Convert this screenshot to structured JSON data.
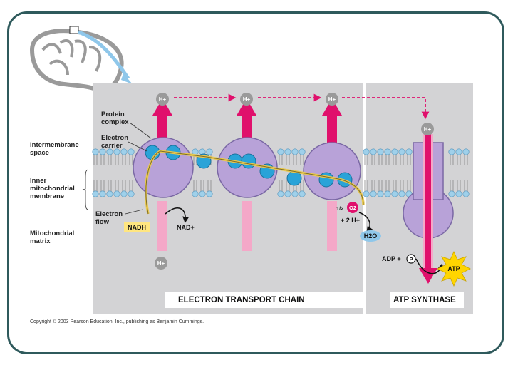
{
  "labels": {
    "intermembrane": "Intermembrane\nspace",
    "inner_membrane": "Inner\nmitochondrial\nmembrane",
    "matrix": "Mitochondrial\nmatrix",
    "protein_complex": "Protein\ncomplex",
    "electron_carrier": "Electron\ncarrier",
    "electron_flow": "Electron\nflow",
    "nadh": "NADH",
    "nad_plus": "NAD+",
    "h_plus": "H+",
    "o2_prefix": "1/2",
    "o2": "O2",
    "two_h": "+ 2 H+",
    "h2o": "H2O",
    "adp": "ADP +",
    "p": "P",
    "atp": "ATP",
    "etc_caption": "ELECTRON TRANSPORT CHAIN",
    "atp_synthase_caption": "ATP SYNTHASE",
    "copyright": "Copyright © 2003 Pearson Education, Inc., publishing as Benjamin Cummings."
  },
  "colors": {
    "frame": "#2f5a5c",
    "panel": "#d3d3d5",
    "pink_arrow": "#e0106c",
    "pink_faded": "#f4a8c8",
    "protein": "#b8a2d8",
    "carrier": "#2aa3d8",
    "membrane_head": "#9fd0ea",
    "nadh_box": "#ffe680",
    "atp_star": "#ffd500"
  }
}
